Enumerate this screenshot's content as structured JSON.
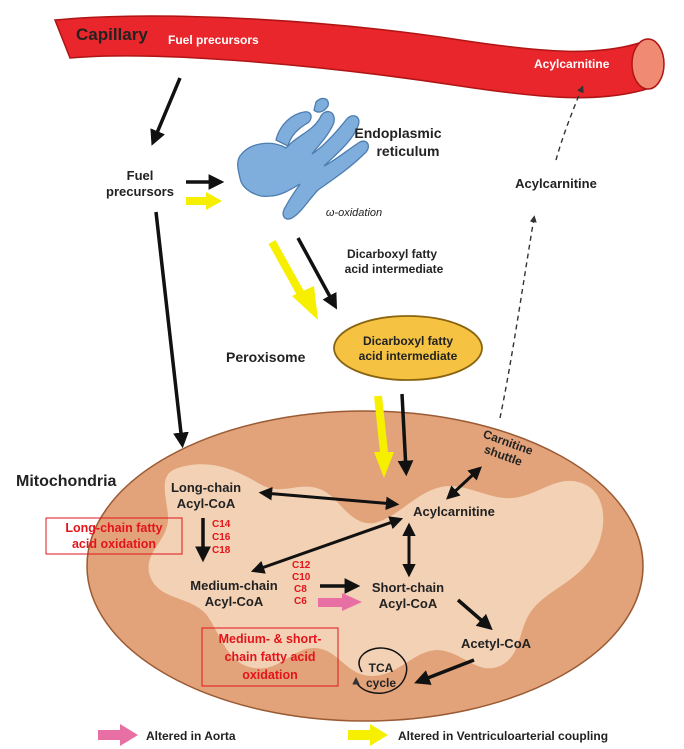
{
  "capillary": {
    "title": "Capillary",
    "fuel_precursors": "Fuel precursors",
    "acylcarnitine": "Acylcarnitine"
  },
  "fuel_precursors_label": [
    "Fuel",
    "precursors"
  ],
  "er": {
    "title": [
      "Endoplasmic",
      "reticulum"
    ],
    "omega": "ω-oxidation"
  },
  "dicarboxyl_label": [
    "Dicarboxyl fatty",
    "acid intermediate"
  ],
  "peroxisome": {
    "title": "Peroxisome",
    "content": [
      "Dicarboxyl fatty",
      "acid intermediate"
    ]
  },
  "acylcarnitine_outside": "Acylcarnitine",
  "mitochondria": {
    "title": "Mitochondria",
    "carnitine_shuttle": [
      "Carnitine",
      "shuttle"
    ],
    "long_chain": [
      "Long-chain",
      "Acyl-CoA"
    ],
    "long_chain_oxidation": [
      "Long-chain  fatty",
      "acid oxidation"
    ],
    "long_chain_carbons": [
      "C14",
      "C16",
      "C18"
    ],
    "acylcarnitine": "Acylcarnitine",
    "medium_chain": [
      "Medium-chain",
      "Acyl-CoA"
    ],
    "medium_chain_carbons": [
      "C12",
      "C10",
      "C8",
      "C6"
    ],
    "short_chain": [
      "Short-chain",
      "Acyl-CoA"
    ],
    "medium_short_oxidation": [
      "Medium- & short-",
      "chain  fatty acid",
      "oxidation"
    ],
    "acetyl_coa": "Acetyl-CoA",
    "tca": [
      "TCA",
      "cycle"
    ]
  },
  "legend": {
    "aorta": "Altered in Aorta",
    "ventriculoarterial": "Altered in Ventriculoarterial coupling"
  },
  "colors": {
    "capillary": "#e8262b",
    "capillary_end": "#f08a72",
    "er": "#7faedd",
    "peroxisome": "#f5c242",
    "mitochondria": "#e2a37a",
    "mito_inner": "#f2d1b5",
    "accent_red": "#e3141a",
    "yellow_arrow": "#f6ef00",
    "pink_arrow": "#e86fa3"
  }
}
